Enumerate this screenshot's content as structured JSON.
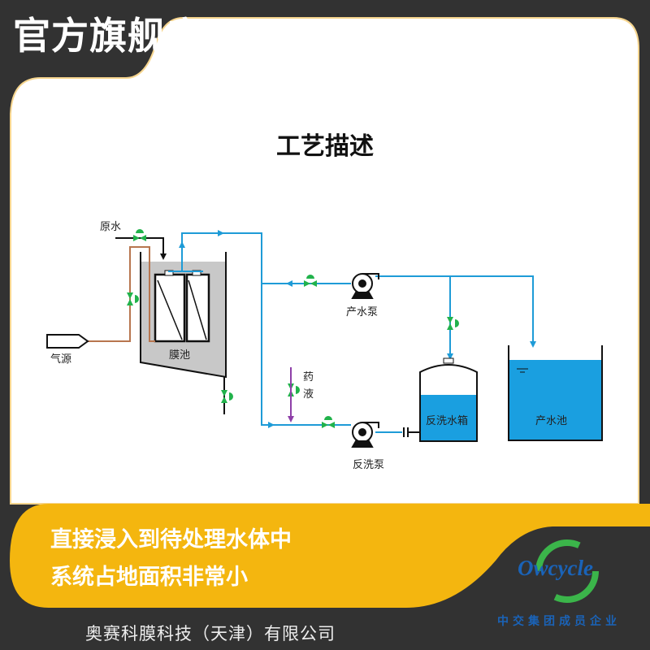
{
  "header": {
    "store_label": "官方旗舰店"
  },
  "diagram": {
    "title": "工艺描述",
    "labels": {
      "raw_water": "原水",
      "air_source": "气源",
      "membrane_tank": "膜池",
      "product_pump": "产水泵",
      "chemical_1": "药",
      "chemical_2": "液",
      "backwash_pump": "反洗泵",
      "backwash_tank": "反洗水箱",
      "product_tank": "产水池"
    },
    "colors": {
      "water_line": "#1e9bd7",
      "air_line": "#b8764f",
      "valve": "#21b24b",
      "chemical_line": "#8e3fa8",
      "tank_water": "#1a9fe0"
    }
  },
  "banner": {
    "line1": "直接浸入到待处理水体中",
    "line2": "系统占地面积非常小",
    "accent": "#f4b60f"
  },
  "logo": {
    "name": "Owcycle",
    "subtitle": "中交集团成员企业"
  },
  "footer": {
    "company": "奥赛科膜科技（天津）有限公司"
  }
}
